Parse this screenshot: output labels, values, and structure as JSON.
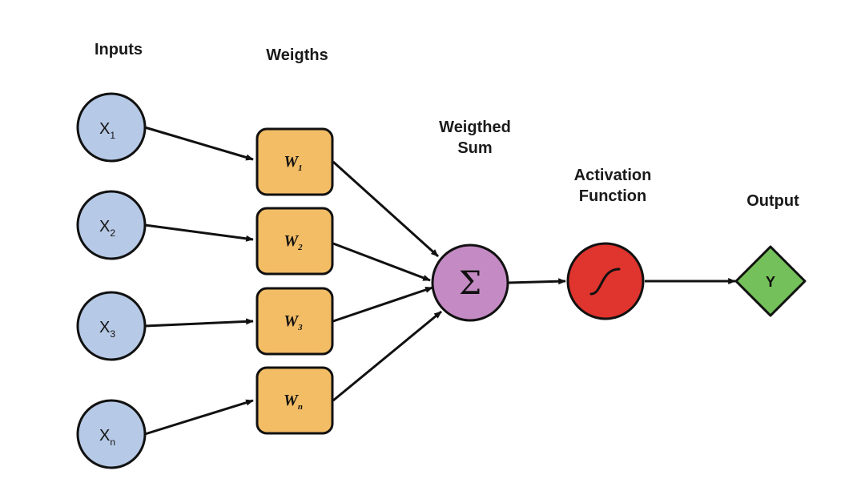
{
  "headers": {
    "inputs": "Inputs",
    "weights": "Weigths",
    "weighted_sum_line1": "Weigthed",
    "weighted_sum_line2": "Sum",
    "activation_line1": "Activation",
    "activation_line2": "Function",
    "output": "Output"
  },
  "inputs": [
    {
      "main": "X",
      "sub": "1"
    },
    {
      "main": "X",
      "sub": "2"
    },
    {
      "main": "X",
      "sub": "3"
    },
    {
      "main": "X",
      "sub": "n"
    }
  ],
  "weights": [
    {
      "main": "W",
      "sub": "1"
    },
    {
      "main": "W",
      "sub": "2"
    },
    {
      "main": "W",
      "sub": "3"
    },
    {
      "main": "W",
      "sub": "n"
    }
  ],
  "sum_symbol": "Σ",
  "output_label": "Y",
  "icons": {
    "sum": "sigma-icon",
    "activation": "sigmoid-curve-icon"
  },
  "colors": {
    "input_fill": "#b6c9e6",
    "weight_fill": "#f3bd66",
    "sum_fill": "#c48ac4",
    "activation_fill": "#e0342e",
    "output_fill": "#74c05a",
    "stroke": "#111111"
  }
}
